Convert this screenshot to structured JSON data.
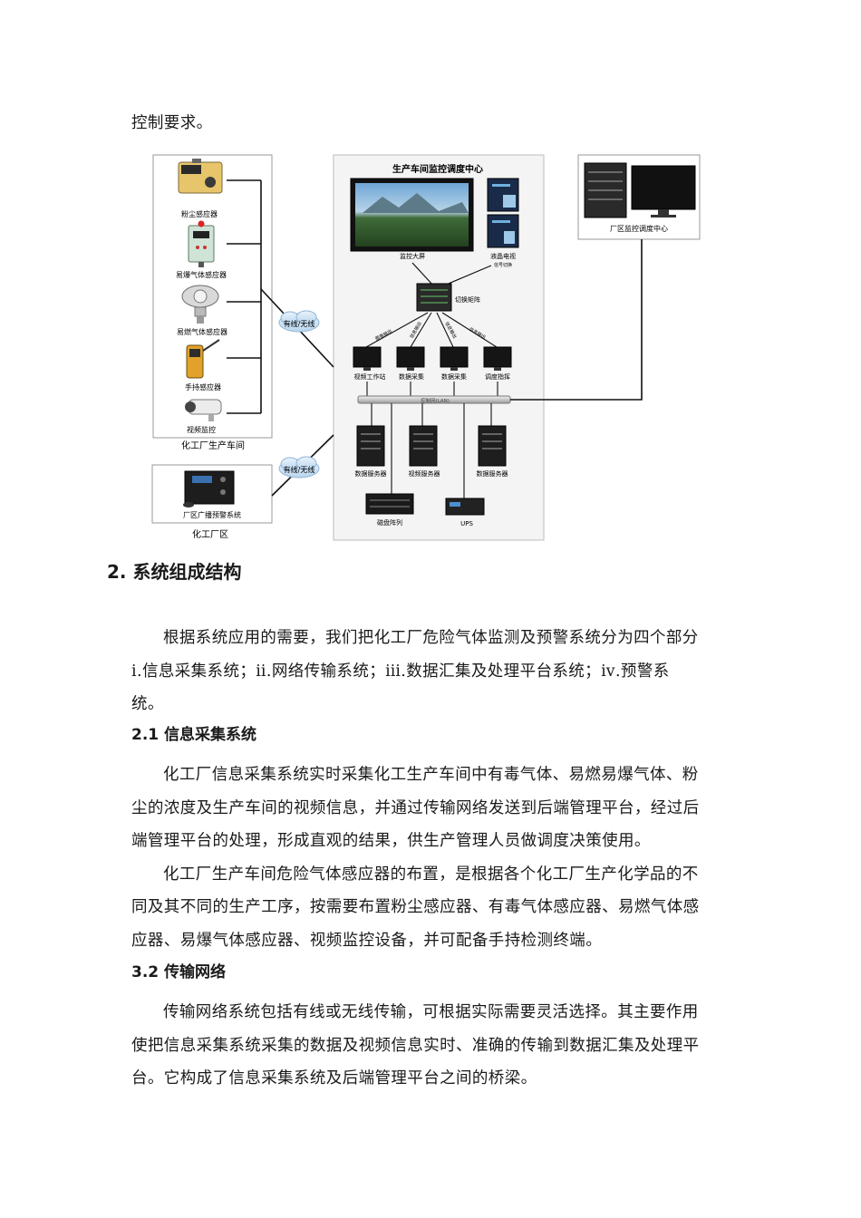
{
  "intro_line": "控制要求。",
  "figure": {
    "workshop_title": "化工厂生产车间",
    "plant_area_title": "化工厂区",
    "center_title": "生产车间监控调度中心",
    "plant_center_label": "厂区监控调度中心",
    "sensors": [
      {
        "label": "粉尘感应器"
      },
      {
        "label": "易爆气体感应器"
      },
      {
        "label": "易燃气体感应器"
      },
      {
        "label": "手持感应器"
      },
      {
        "label": "视频监控"
      }
    ],
    "cloud_labels": [
      "有线/无线",
      "有线/无线"
    ],
    "broadcast_label": "厂区广播预警系统",
    "big_screen_label": "监控大屏",
    "lcd_label": "液晶电视",
    "lcd_sublabel": "信号切换",
    "matrix_label": "切换矩阵",
    "signal_labels": [
      "图像输出",
      "信息输出",
      "信息输出",
      "信息输出"
    ],
    "workstations": [
      "视频工作站",
      "数据采集",
      "数据采集",
      "调度指挥"
    ],
    "bus_label": "控制网(LAN)",
    "servers": [
      "数据服务器",
      "视频服务器",
      "数据服务器"
    ],
    "disk_label": "磁盘阵列",
    "ups_label": "UPS"
  },
  "section2": {
    "heading": "2. 系统组成结构",
    "body": [
      "根据系统应用的需要，我们把化工厂危险气体监测及预警系统分为四个部分",
      "ⅰ.信息采集系统；ⅱ.网络传输系统；ⅲ.数据汇集及处理平台系统；ⅳ.预警系",
      "统。"
    ]
  },
  "section21": {
    "heading": "2.1 信息采集系统",
    "paragraphs": [
      [
        "化工厂信息采集系统实时采集化工生产车间中有毒气体、易燃易爆气体、粉",
        "尘的浓度及生产车间的视频信息，并通过传输网络发送到后端管理平台，经过后",
        "端管理平台的处理，形成直观的结果，供生产管理人员做调度决策使用。"
      ],
      [
        "化工厂生产车间危险气体感应器的布置，是根据各个化工厂生产化学品的不",
        "同及其不同的生产工序，按需要布置粉尘感应器、有毒气体感应器、易燃气体感",
        "应器、易爆气体感应器、视频监控设备，并可配备手持检测终端。"
      ]
    ]
  },
  "section32": {
    "heading": "3.2 传输网络",
    "body": [
      "传输网络系统包括有线或无线传输，可根据实际需要灵活选择。其主要作用",
      "使把信息采集系统采集的数据及视频信息实时、准确的传输到数据汇集及处理平",
      "台。它构成了信息采集系统及后端管理平台之间的桥梁。"
    ]
  }
}
